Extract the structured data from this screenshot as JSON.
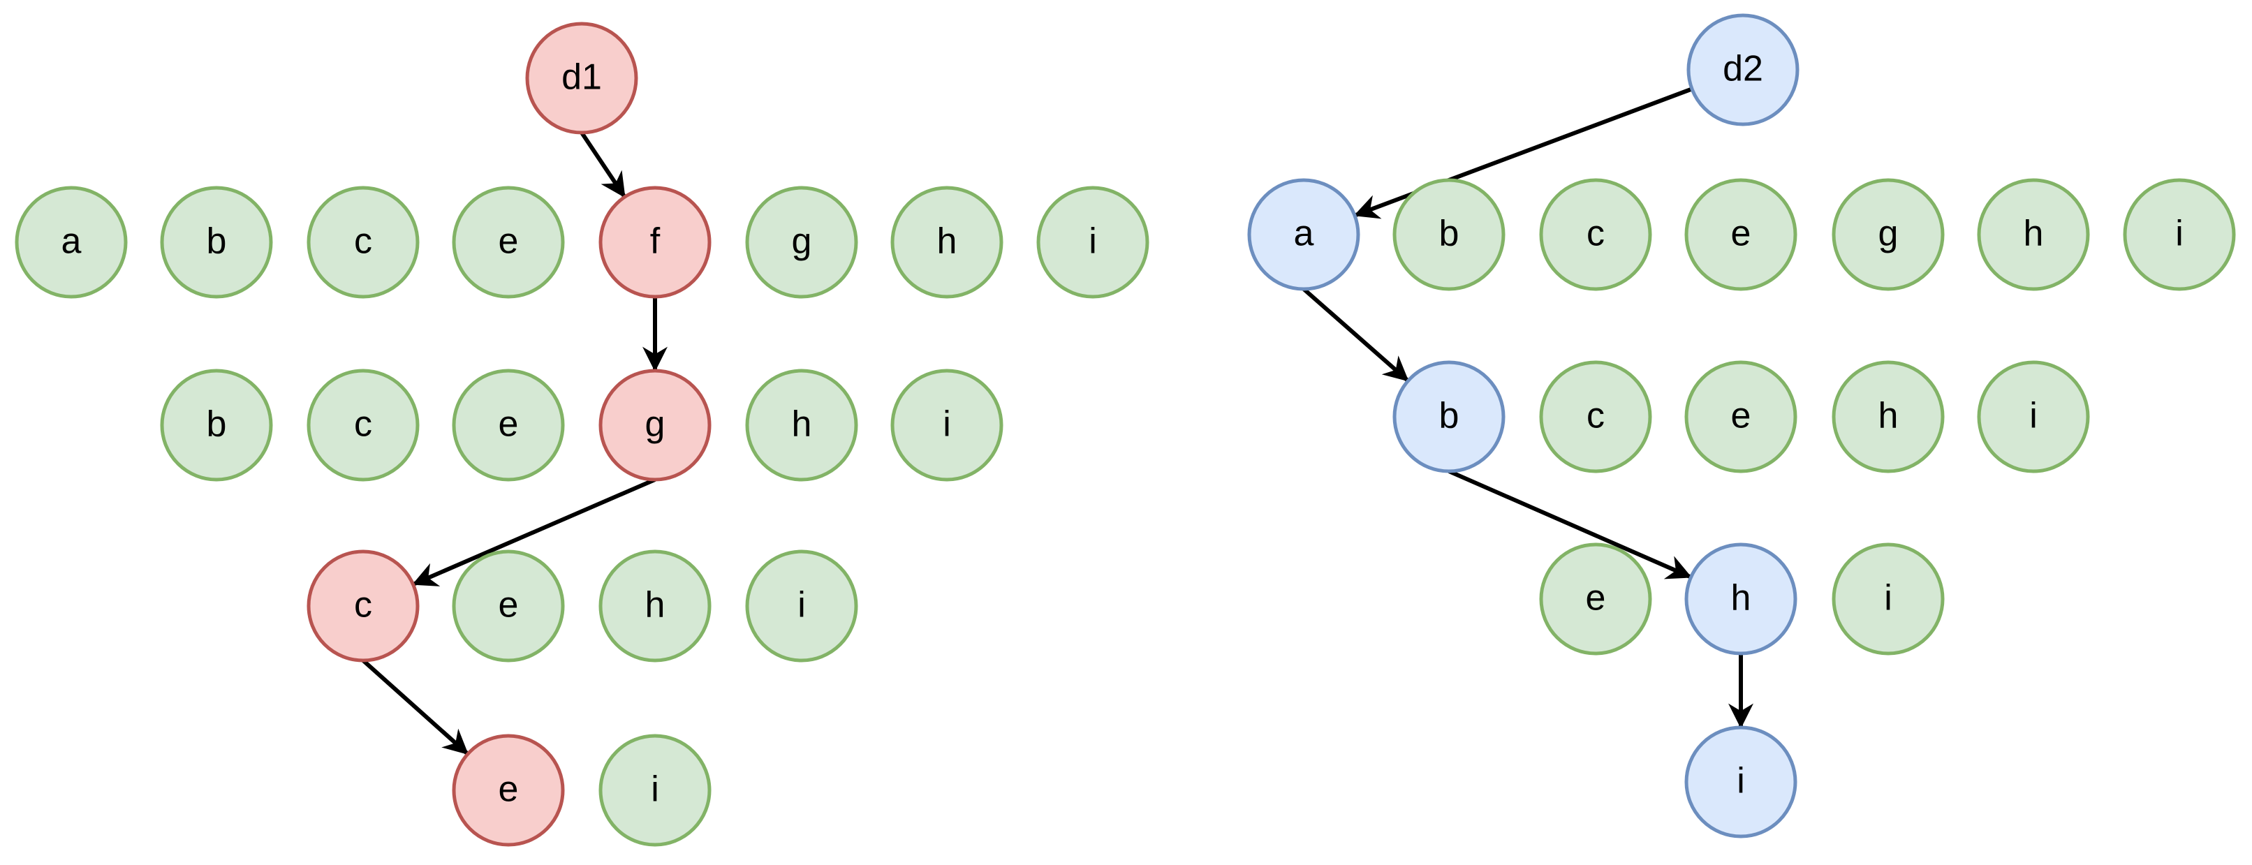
{
  "colors": {
    "green_fill": "#d5e8d4",
    "green_stroke": "#82b366",
    "red_fill": "#f8cecc",
    "red_stroke": "#b85450",
    "blue_fill": "#dae8fc",
    "blue_stroke": "#6c8ebf",
    "arrow": "#000000"
  },
  "diagrams": [
    {
      "highlight": "red",
      "root": "d1",
      "rows": [
        [
          "a",
          "b",
          "c",
          "e",
          "f",
          "g",
          "h",
          "i"
        ],
        [
          "b",
          "c",
          "e",
          "g",
          "h",
          "i"
        ],
        [
          "c",
          "e",
          "h",
          "i"
        ],
        [
          "e",
          "i"
        ]
      ],
      "path": [
        "d1",
        "f",
        "g",
        "c",
        "e"
      ]
    },
    {
      "highlight": "blue",
      "root": "d2",
      "rows": [
        [
          "a",
          "b",
          "c",
          "e",
          "g",
          "h",
          "i"
        ],
        [
          "b",
          "c",
          "e",
          "h",
          "i"
        ],
        [
          "e",
          "h",
          "i"
        ],
        [
          "i"
        ]
      ],
      "path": [
        "d2",
        "a",
        "b",
        "h",
        "i"
      ]
    }
  ]
}
